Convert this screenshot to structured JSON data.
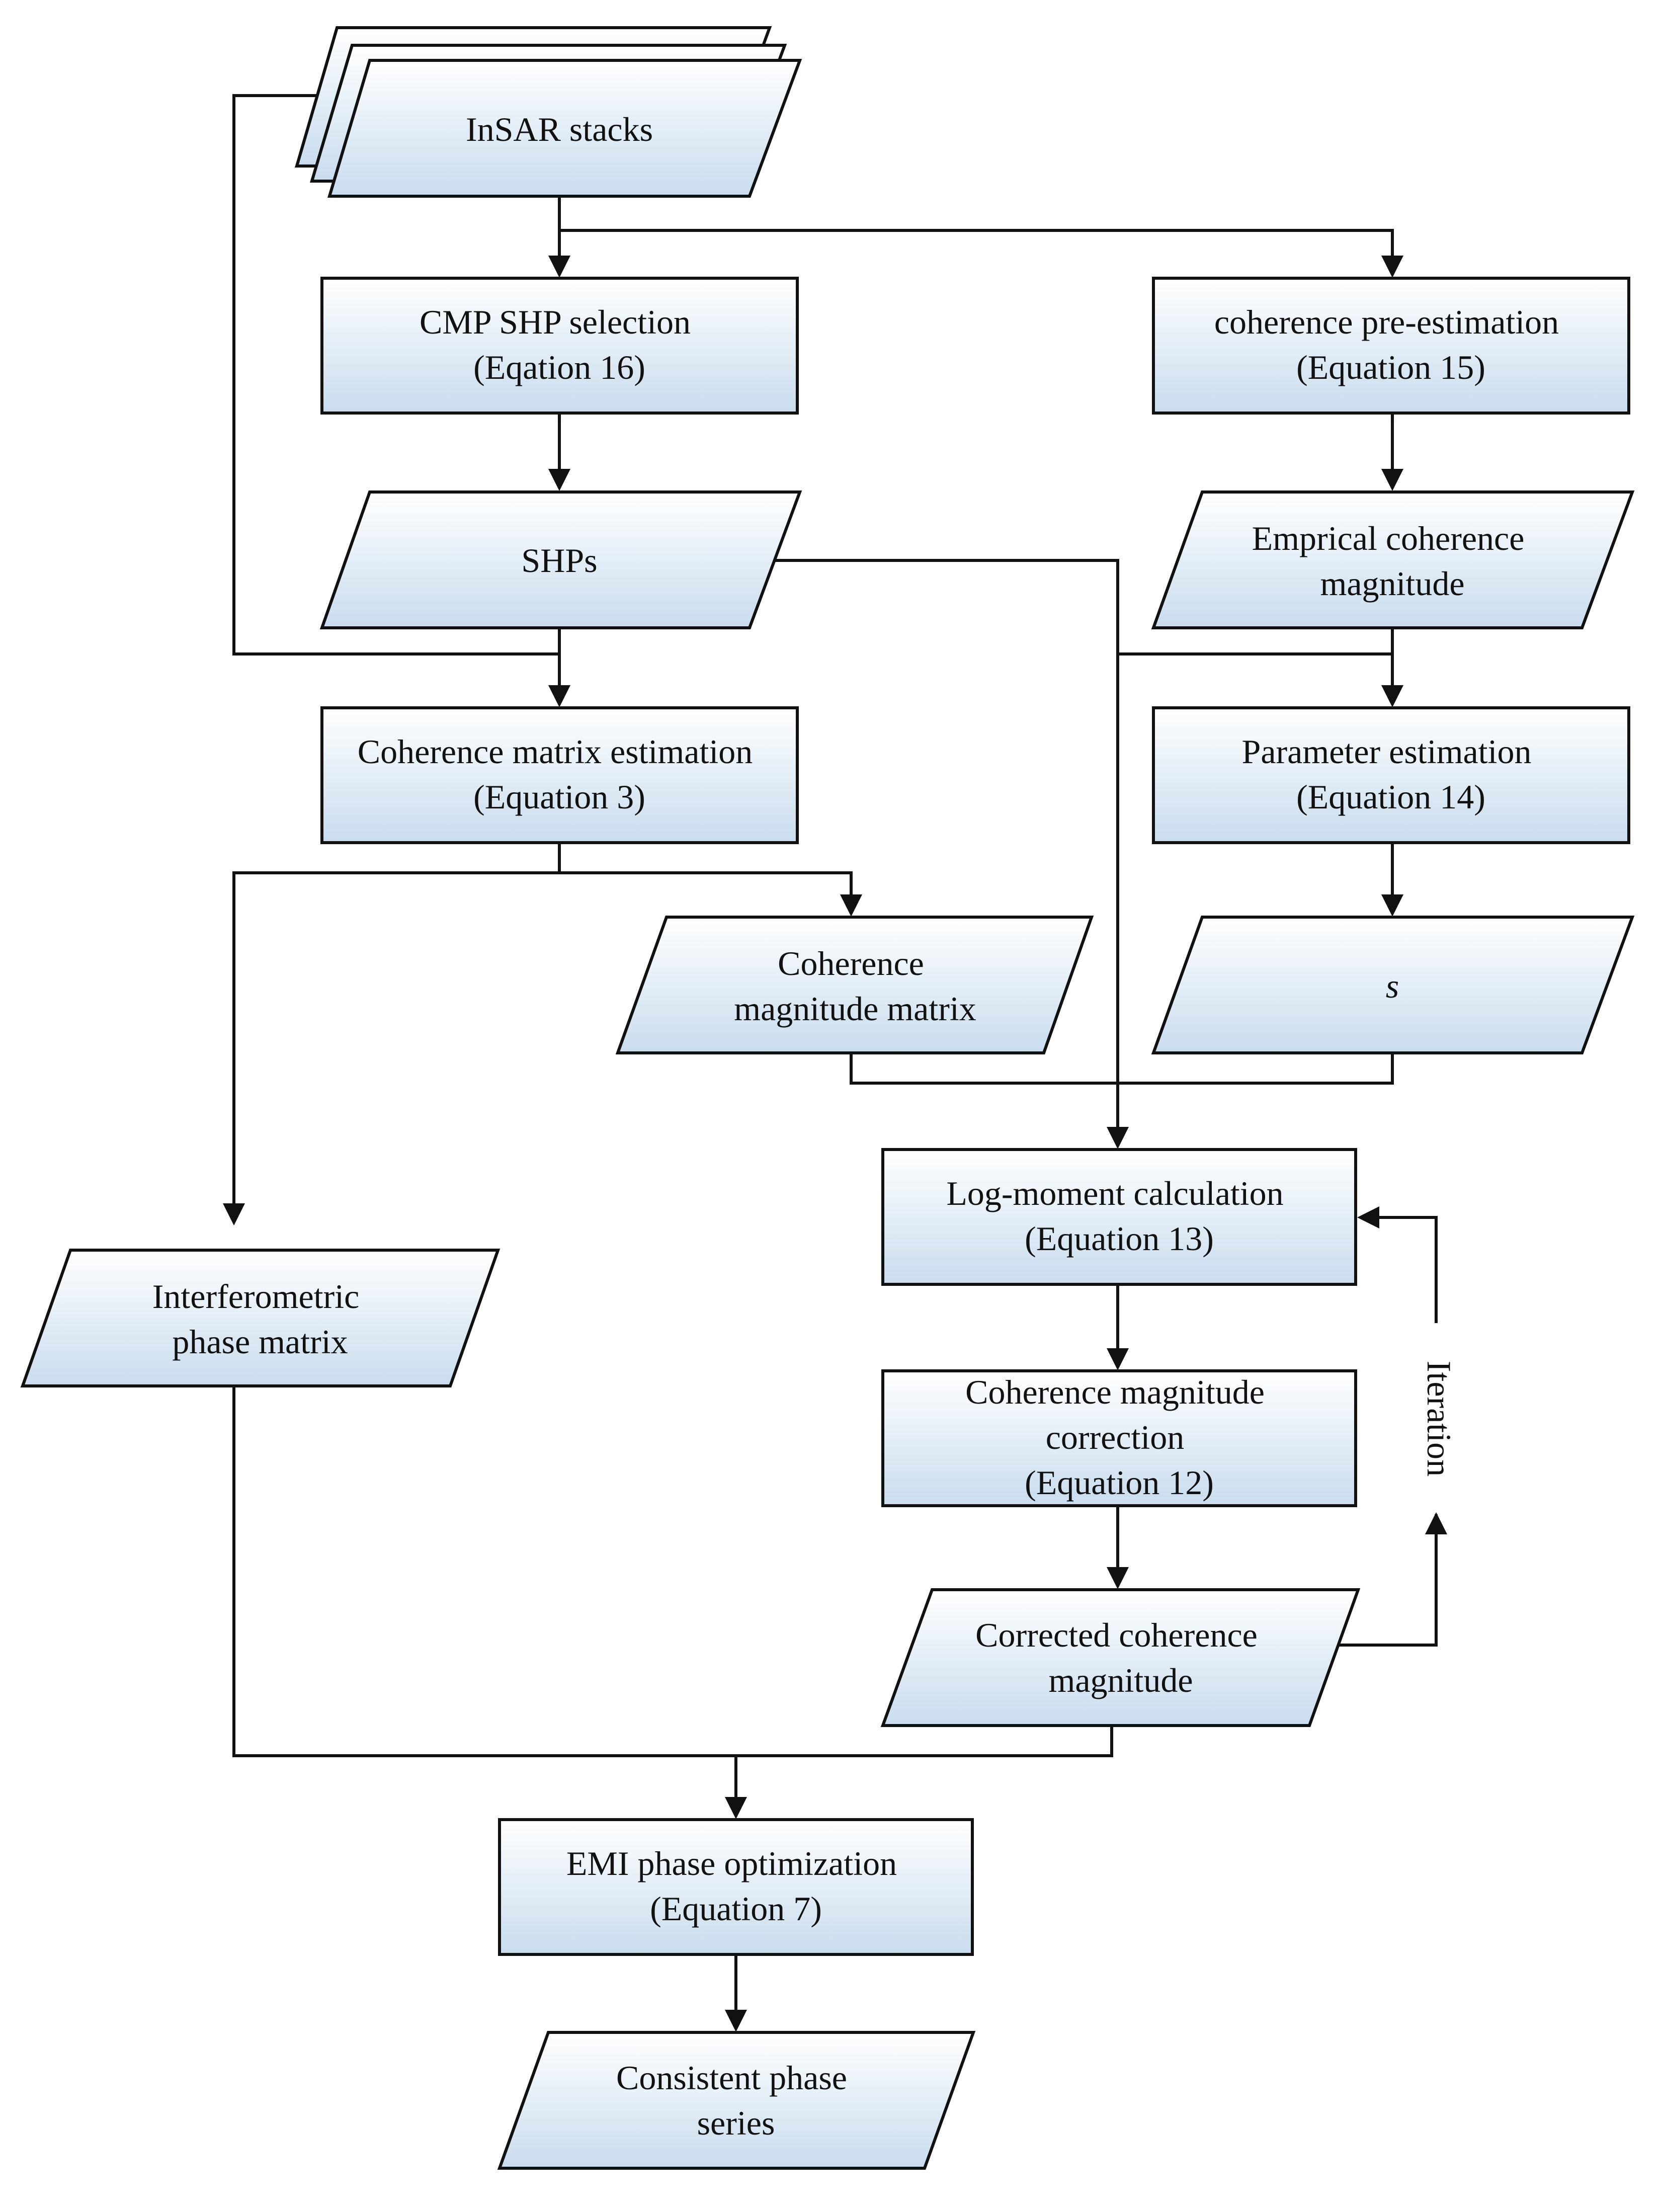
{
  "diagram": {
    "nodes": {
      "insar_stacks": {
        "lines": [
          "InSAR stacks"
        ]
      },
      "cmp_shp": {
        "lines": [
          "CMP SHP selection",
          "(Eqation 16)"
        ]
      },
      "coh_pre": {
        "lines": [
          "coherence pre-estimation",
          "(Equation 15)"
        ]
      },
      "shps": {
        "lines": [
          "SHPs"
        ]
      },
      "emp_coh": {
        "lines": [
          "Emprical coherence",
          "magnitude"
        ]
      },
      "coh_matrix": {
        "lines": [
          "Coherence matrix estimation",
          "(Equation 3)"
        ]
      },
      "param_est": {
        "lines": [
          "Parameter estimation",
          "(Equation 14)"
        ]
      },
      "coh_mag_matrix": {
        "lines": [
          "Coherence",
          "magnitude matrix"
        ]
      },
      "s_param": {
        "lines": [
          "s"
        ]
      },
      "log_moment": {
        "lines": [
          "Log-moment calculation",
          "(Equation 13)"
        ]
      },
      "interf_phase": {
        "lines": [
          "Interferometric",
          "phase matrix"
        ]
      },
      "coh_correction": {
        "lines": [
          "Coherence magnitude",
          "correction",
          "(Equation 12)"
        ]
      },
      "corrected_coh": {
        "lines": [
          "Corrected coherence",
          "magnitude"
        ]
      },
      "emi": {
        "lines": [
          "EMI phase optimization",
          "(Equation 7)"
        ]
      },
      "consistent": {
        "lines": [
          "Consistent phase",
          "series"
        ]
      }
    },
    "loop_label": "Iteration",
    "colors": {
      "fill_top": "#ffffff",
      "fill_bottom": "#c9dcee",
      "stroke": "#111111"
    }
  }
}
